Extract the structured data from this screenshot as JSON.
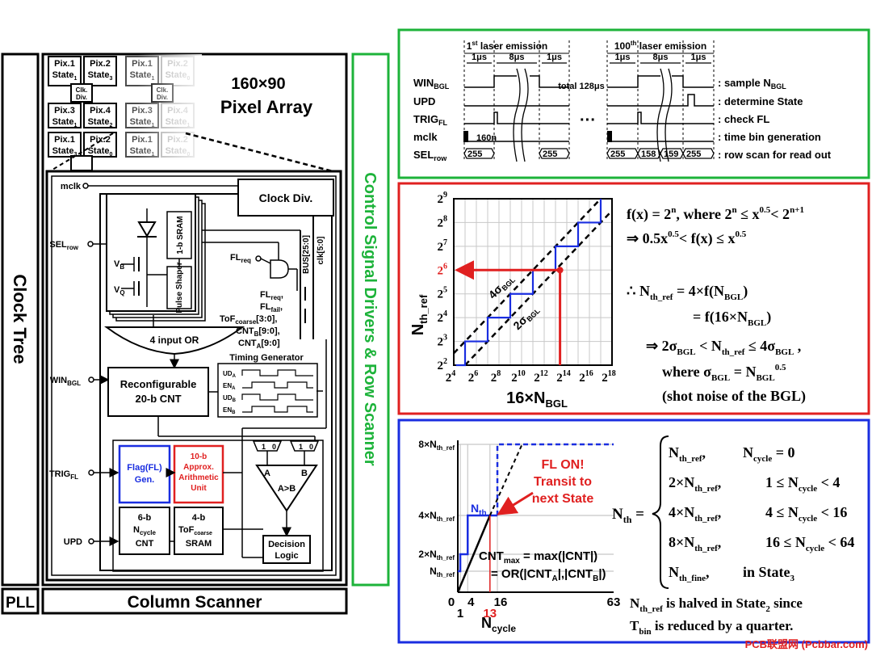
{
  "left_block": {
    "clock_tree": "Clock Tree",
    "pll": "PLL",
    "column_scanner": "Column Scanner",
    "control_signal": "Control Signal Drivers & Row Scanner",
    "pixel_array_line1": "160×90",
    "pixel_array_line2": "Pixel Array",
    "pixels": [
      {
        "name": "Pix.1",
        "state": "State",
        "sub": "1"
      },
      {
        "name": "Pix.2",
        "state": "State",
        "sub": "3"
      },
      {
        "name": "Pix.1",
        "state": "State",
        "sub": "1"
      },
      {
        "name": "Pix.2",
        "state": "State",
        "sub": "0"
      },
      {
        "name": "Pix.3",
        "state": "State",
        "sub": "1"
      },
      {
        "name": "Pix.4",
        "state": "State",
        "sub": "2"
      },
      {
        "name": "Pix.3",
        "state": "State",
        "sub": "1"
      },
      {
        "name": "Pix.4",
        "state": "State",
        "sub": "1"
      },
      {
        "name": "Pix.1",
        "state": "State",
        "sub": "3"
      },
      {
        "name": "Pix.2",
        "state": "State",
        "sub": "0"
      },
      {
        "name": "Pix.1",
        "state": "State",
        "sub": "1"
      },
      {
        "name": "Pix.2",
        "state": "State",
        "sub": "0"
      }
    ],
    "clk_div_small": "Clk. Div.",
    "mclk": "mclk",
    "sel_row": "SEL",
    "sel_row_sub": "row",
    "win_bgl": "WIN",
    "win_bgl_sub": "BGL",
    "trig_fl": "TRIG",
    "trig_fl_sub": "FL",
    "upd": "UPD",
    "clock_div": "Clock Div.",
    "sram_1b": "1-b SRAM",
    "pulse_shaper": "Pulse Shaper",
    "vb": "V",
    "vb_sub": "B",
    "vq": "V",
    "vq_sub": "Q",
    "fl_req": "FL",
    "fl_req_sub": "req",
    "bus": "BUS[25:0]",
    "clk_bus": "clk[5:0]",
    "fl_req2": "FL",
    "fl_req2_sub": "req",
    "fl_fail": "FL",
    "fl_fail_sub": "fail",
    "tof_coarse": "ToF",
    "tof_coarse_sub": "coarse",
    "tof_coarse_bits": "[3:0],",
    "cntb": "CNT",
    "cntb_sub": "B",
    "cntb_bits": "[9:0],",
    "cnta": "CNT",
    "cnta_sub": "A",
    "cnta_bits": "[9:0]",
    "or4": "4 input OR",
    "timing_gen": "Timing Generator",
    "uda": "UD",
    "uda_sub": "A",
    "ena": "EN",
    "ena_sub": "A",
    "udb": "UD",
    "udb_sub": "B",
    "enb": "EN",
    "enb_sub": "B",
    "recfg1": "Reconfigurable",
    "recfg2": "20-b CNT",
    "flag1": "Flag(FL)",
    "flag2": "Gen.",
    "approx1": "10-b",
    "approx2": "Approx.",
    "approx3": "Arithmetic",
    "approx4": "Unit",
    "ncycle1": "6-b",
    "ncycle2": "N",
    "ncycle2_sub": "cycle",
    "ncycle3": "CNT",
    "tof1": "4-b",
    "tof2": "ToF",
    "tof2_sub": "coarse",
    "tof3": "SRAM",
    "decision1": "Decision",
    "decision2": "Logic",
    "mux1": "1",
    "mux0": "0",
    "cmp_a": "A",
    "cmp_b": "B",
    "cmp": "A>B"
  },
  "timing": {
    "first": "1",
    "first_sup": "st",
    "first_rest": " laser emission",
    "hundredth": "100",
    "hundredth_sup": "th",
    "hundredth_rest": " laser emission",
    "t1": "1μs",
    "t8": "8μs",
    "total": "total 128μs",
    "dots": "···",
    "n160": "160n",
    "rows": [
      {
        "name": "WIN",
        "sub": "BGL",
        "desc": ": sample N",
        "desc_sub": "BGL"
      },
      {
        "name": "UPD",
        "sub": "",
        "desc": ": determine State",
        "desc_sub": ""
      },
      {
        "name": "TRIG",
        "sub": "FL",
        "desc": ": check FL",
        "desc_sub": ""
      },
      {
        "name": "mclk",
        "sub": "",
        "desc": ": time bin generation",
        "desc_sub": ""
      },
      {
        "name": "SEL",
        "sub": "row",
        "desc": ": row scan for read out",
        "desc_sub": ""
      }
    ],
    "sel_vals": [
      "255",
      "255",
      "255",
      "158",
      "159",
      "255"
    ]
  },
  "chart_mid": {
    "ylabel": "N",
    "ylabel_sub": "th_ref",
    "xlabel": "16×N",
    "xlabel_sub": "BGL",
    "yticks": [
      "2",
      "2",
      "2",
      "2",
      "2",
      "2",
      "2",
      "2"
    ],
    "ytick_exp": [
      "2",
      "3",
      "4",
      "5",
      "6",
      "7",
      "8",
      "9"
    ],
    "xticks": [
      "2",
      "2",
      "2",
      "2",
      "2",
      "2",
      "2",
      "2"
    ],
    "xtick_exp": [
      "4",
      "6",
      "8",
      "10",
      "12",
      "14",
      "16",
      "18"
    ],
    "four_sigma": "4σ",
    "four_sigma_sub": "BGL",
    "two_sigma": "2σ",
    "two_sigma_sub": "BGL",
    "red_label": "2",
    "red_label_exp": "6",
    "eq1": "f(x) = 2",
    "eq1b": ", where 2",
    "eq1c": " ≤ x",
    "eq1d": "< 2",
    "eq2": "⇒ 0.5x",
    "eq2b": "< f(x) ≤ x",
    "eq3": "∴ N",
    "eq3b": " = 4×f(N",
    "eq3c": ")",
    "eq4": "= f(16×N",
    "eq4b": ")",
    "eq5": "⇒ 2σ",
    "eq5b": " < N",
    "eq5c": " ≤ 4σ",
    "eq5d": " ,",
    "eq6": "where σ",
    "eq6b": " = N",
    "eq7": "(shot noise of the BGL)"
  },
  "chart_bottom": {
    "ylabels": [
      "8×N",
      "4×N",
      "2×N",
      "N"
    ],
    "ylab_sub": "th_ref",
    "xticks": [
      "0",
      "4",
      "16",
      "63"
    ],
    "x1": "1",
    "x13": "13",
    "xlabel": "N",
    "xlabel_sub": "cycle",
    "nth": "N",
    "nth_sub": "th",
    "fl_on1": "FL ON!",
    "fl_on2": "Transit to",
    "fl_on3": "next State",
    "cnt1": "CNT",
    "cnt1_sub": "max",
    "cnt1b": " = max(|CNT|)",
    "cnt2": "= OR(|CNT",
    "cnt2_a": "A",
    "cnt2b": "|,|CNT",
    "cnt2_b": "B",
    "cnt2c": "|)",
    "nth_eq": "N",
    "nth_eq_sub": "th",
    "nth_eq_eq": " =",
    "cases": [
      {
        "a": "N",
        "a_sub": "th_ref",
        "a_rest": ",",
        "b": "N",
        "b_sub": "cycle",
        "b_rest": " = 0"
      },
      {
        "a": "2×N",
        "a_sub": "th_ref",
        "a_rest": ",",
        "b": "1 ≤ N",
        "b_sub": "cycle",
        "b_rest": " < 4"
      },
      {
        "a": "4×N",
        "a_sub": "th_ref",
        "a_rest": ",",
        "b": "4 ≤ N",
        "b_sub": "cycle",
        "b_rest": " < 16"
      },
      {
        "a": "8×N",
        "a_sub": "th_ref",
        "a_rest": ",",
        "b": "16 ≤ N",
        "b_sub": "cycle",
        "b_rest": " < 64"
      },
      {
        "a": "N",
        "a_sub": "th_fine",
        "a_rest": ",",
        "b": "in State",
        "b_sub": "3",
        "b_rest": ""
      }
    ],
    "note1": "N",
    "note1_sub": "th_ref",
    "note1b": " is halved in State",
    "note1_sub2": "2",
    "note1c": " since",
    "note2": "T",
    "note2_sub": "bin",
    "note2b": " is reduced by a quarter."
  },
  "watermark": "PCB联盟网 (Pcbbar.com)",
  "colors": {
    "green": "#1db33a",
    "red": "#e02020",
    "blue": "#1a2ee0",
    "gray": "#bfbfbf"
  }
}
